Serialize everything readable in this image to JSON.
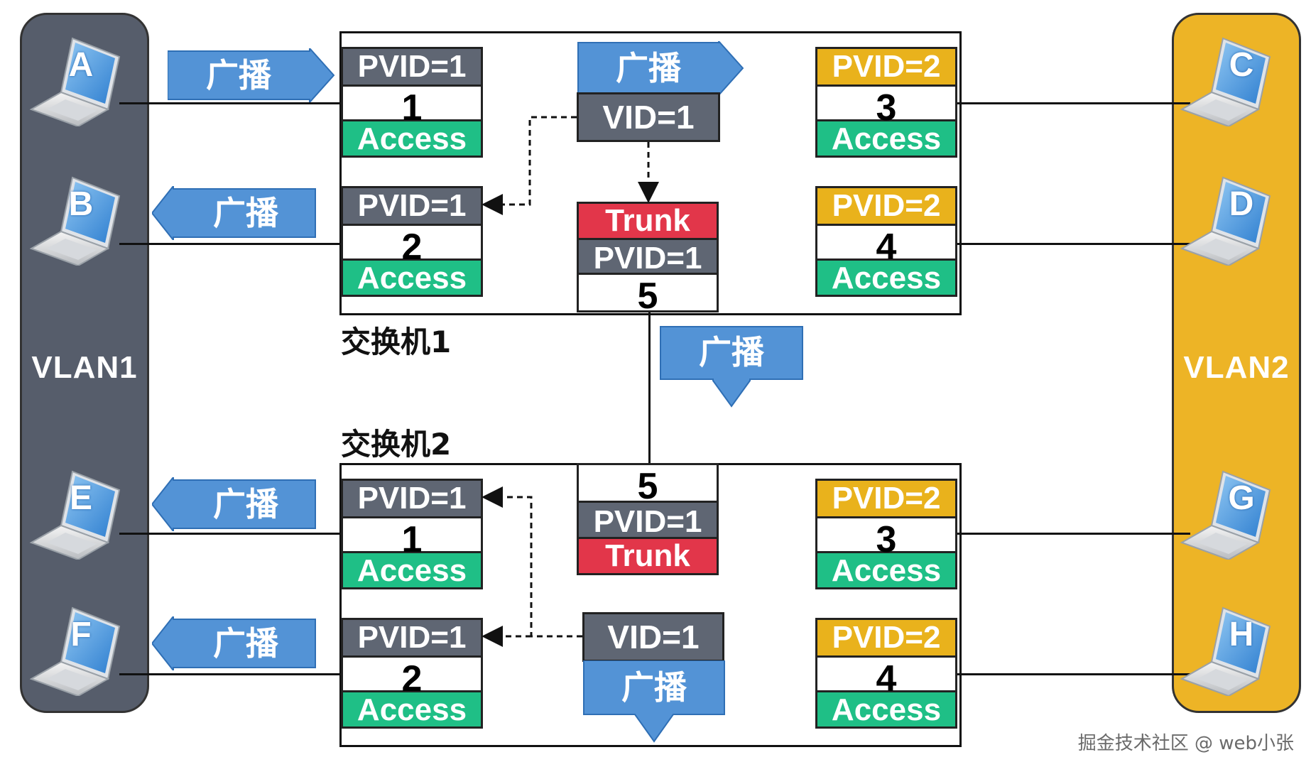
{
  "vlans": {
    "left": {
      "label": "VLAN1",
      "color": "#565d6b"
    },
    "right": {
      "label": "VLAN2",
      "color": "#edb426"
    }
  },
  "hosts": {
    "a": "A",
    "b": "B",
    "c": "C",
    "d": "D",
    "e": "E",
    "f": "F",
    "g": "G",
    "h": "H"
  },
  "switch1": {
    "title": "交换机1",
    "ports": [
      {
        "pvid": "PVID=1",
        "number": "1",
        "mode": "Access"
      },
      {
        "pvid": "PVID=1",
        "number": "2",
        "mode": "Access"
      },
      {
        "pvid": "PVID=2",
        "number": "3",
        "mode": "Access"
      },
      {
        "pvid": "PVID=2",
        "number": "4",
        "mode": "Access"
      }
    ],
    "trunk": {
      "mode": "Trunk",
      "pvid": "PVID=1",
      "number": "5"
    },
    "vid": "VID=1",
    "broadcast": "广播"
  },
  "switch2": {
    "title": "交换机2",
    "ports": [
      {
        "pvid": "PVID=1",
        "number": "1",
        "mode": "Access"
      },
      {
        "pvid": "PVID=1",
        "number": "2",
        "mode": "Access"
      },
      {
        "pvid": "PVID=2",
        "number": "3",
        "mode": "Access"
      },
      {
        "pvid": "PVID=2",
        "number": "4",
        "mode": "Access"
      }
    ],
    "trunk": {
      "mode": "Trunk",
      "pvid": "PVID=1",
      "number": "5"
    },
    "vid": "VID=1",
    "broadcast": "广播"
  },
  "broadcasts": {
    "a_in": "广播",
    "b_out": "广播",
    "inter": "广播",
    "e_out": "广播",
    "f_out": "广播"
  },
  "colors": {
    "access": "#1fbf86",
    "pvid1": "#5f6673",
    "pvid2": "#e9b21c",
    "trunk": "#e2364a",
    "broadcast": "#5393d6"
  },
  "watermark": "掘金技术社区 @ web小张"
}
